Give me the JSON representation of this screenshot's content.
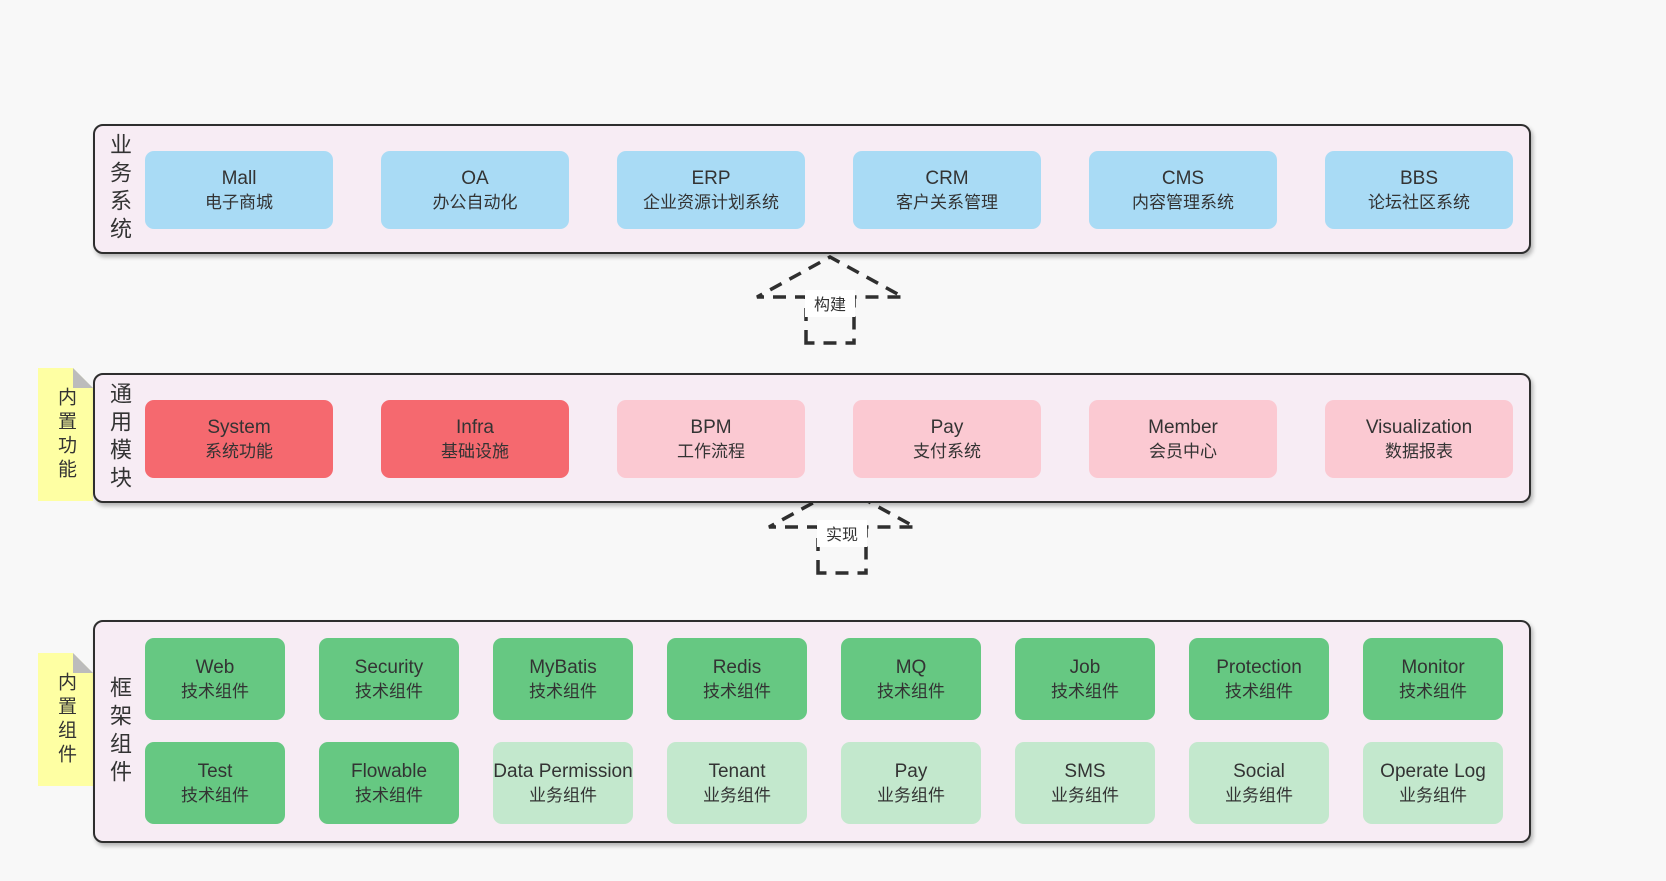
{
  "colors": {
    "page_background": "#f8f8f8",
    "panel_background": "#f7ecf4",
    "panel_border": "#2e2e2e",
    "blue_box": "#a9dbf5",
    "red_box": "#f5696f",
    "pink_box": "#fbc9d2",
    "green_box": "#66c882",
    "light_green_box": "#c3e8cd",
    "sticky_note": "#feffa3",
    "note_fold": "#bcbcbc",
    "text": "#333333"
  },
  "arrows": [
    {
      "label": "构建"
    },
    {
      "label": "实现"
    }
  ],
  "layers": [
    {
      "id": "business-systems",
      "label": "业务系统",
      "boxes": [
        {
          "name": "Mall",
          "desc": "电子商城"
        },
        {
          "name": "OA",
          "desc": "办公自动化"
        },
        {
          "name": "ERP",
          "desc": "企业资源计划系统"
        },
        {
          "name": "CRM",
          "desc": "客户关系管理"
        },
        {
          "name": "CMS",
          "desc": "内容管理系统"
        },
        {
          "name": "BBS",
          "desc": "论坛社区系统"
        }
      ]
    },
    {
      "id": "common-modules",
      "label": "通用模块",
      "note": "内置功能",
      "boxes": [
        {
          "name": "System",
          "desc": "系统功能"
        },
        {
          "name": "Infra",
          "desc": "基础设施"
        },
        {
          "name": "BPM",
          "desc": "工作流程"
        },
        {
          "name": "Pay",
          "desc": "支付系统"
        },
        {
          "name": "Member",
          "desc": "会员中心"
        },
        {
          "name": "Visualization",
          "desc": "数据报表"
        }
      ]
    },
    {
      "id": "framework-components",
      "label": "框架组件",
      "note": "内置组件",
      "rows": [
        {
          "boxes": [
            {
              "name": "Web",
              "desc": "技术组件"
            },
            {
              "name": "Security",
              "desc": "技术组件"
            },
            {
              "name": "MyBatis",
              "desc": "技术组件"
            },
            {
              "name": "Redis",
              "desc": "技术组件"
            },
            {
              "name": "MQ",
              "desc": "技术组件"
            },
            {
              "name": "Job",
              "desc": "技术组件"
            },
            {
              "name": "Protection",
              "desc": "技术组件"
            },
            {
              "name": "Monitor",
              "desc": "技术组件"
            }
          ]
        },
        {
          "boxes": [
            {
              "name": "Test",
              "desc": "技术组件"
            },
            {
              "name": "Flowable",
              "desc": "技术组件"
            },
            {
              "name": "Data Permission",
              "desc": "业务组件"
            },
            {
              "name": "Tenant",
              "desc": "业务组件"
            },
            {
              "name": "Pay",
              "desc": "业务组件"
            },
            {
              "name": "SMS",
              "desc": "业务组件"
            },
            {
              "name": "Social",
              "desc": "业务组件"
            },
            {
              "name": "Operate Log",
              "desc": "业务组件"
            }
          ]
        }
      ]
    }
  ]
}
